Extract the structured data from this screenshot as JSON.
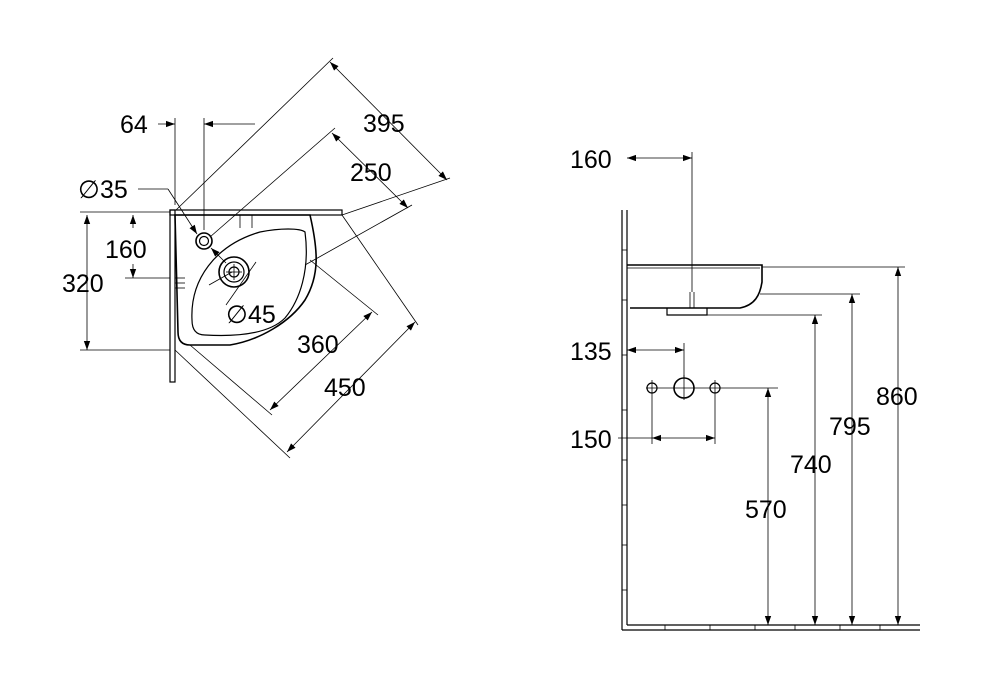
{
  "plan_view": {
    "dim_64": "64",
    "dim_395": "395",
    "dim_250": "250",
    "dim_35": "35",
    "dim_160": "160",
    "dim_320": "320",
    "dim_45": "45",
    "dim_360": "360",
    "dim_450": "450"
  },
  "side_view": {
    "dim_160": "160",
    "dim_135": "135",
    "dim_150": "150",
    "dim_570": "570",
    "dim_740": "740",
    "dim_795": "795",
    "dim_860": "860"
  },
  "diameter_symbol": "∅"
}
